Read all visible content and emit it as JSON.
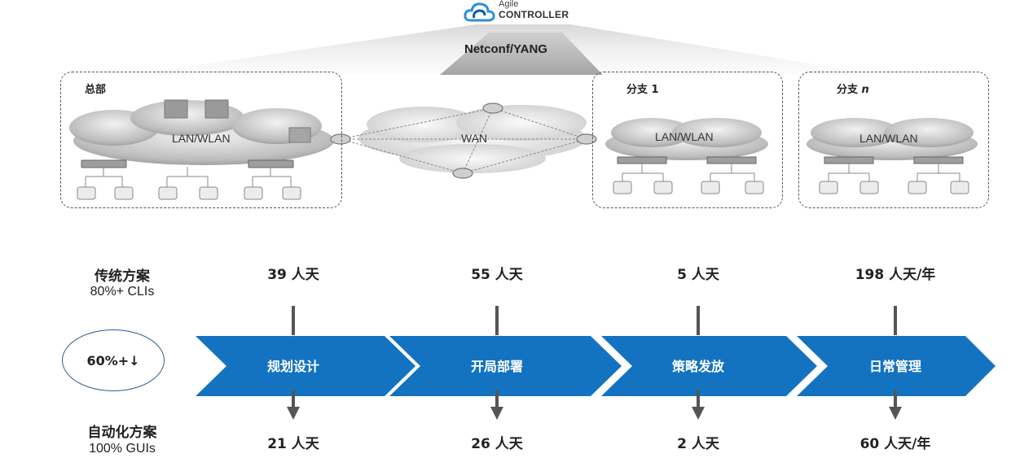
{
  "controller": {
    "logo_line1": "Agile",
    "logo_line2": "CONTROLLER",
    "protocol": "Netconf/YANG"
  },
  "sites": {
    "hq": {
      "label": "总部",
      "network": "LAN/WLAN"
    },
    "wan": {
      "network": "WAN"
    },
    "branch1": {
      "label": "分支 1",
      "network": "LAN/WLAN"
    },
    "branchn": {
      "label_prefix": "分支 ",
      "label_suffix": "n",
      "network": "LAN/WLAN"
    }
  },
  "comparison": {
    "traditional": {
      "title": "传统方案",
      "sub": "80%+ CLIs"
    },
    "automated": {
      "title": "自动化方案",
      "sub": "100% GUIs"
    },
    "reduction": "60%+↓",
    "stages": [
      {
        "name": "规划设计",
        "traditional": "39 人天",
        "automated": "21 人天"
      },
      {
        "name": "开局部署",
        "traditional": "55 人天",
        "automated": "26 人天"
      },
      {
        "name": "策略发放",
        "traditional": "5 人天",
        "automated": "2 人天"
      },
      {
        "name": "日常管理",
        "traditional": "198 人天/年",
        "automated": "60 人天/年"
      }
    ]
  },
  "colors": {
    "arrow_blue": "#1473c0",
    "cloud_gray": "#b8b8b8"
  }
}
